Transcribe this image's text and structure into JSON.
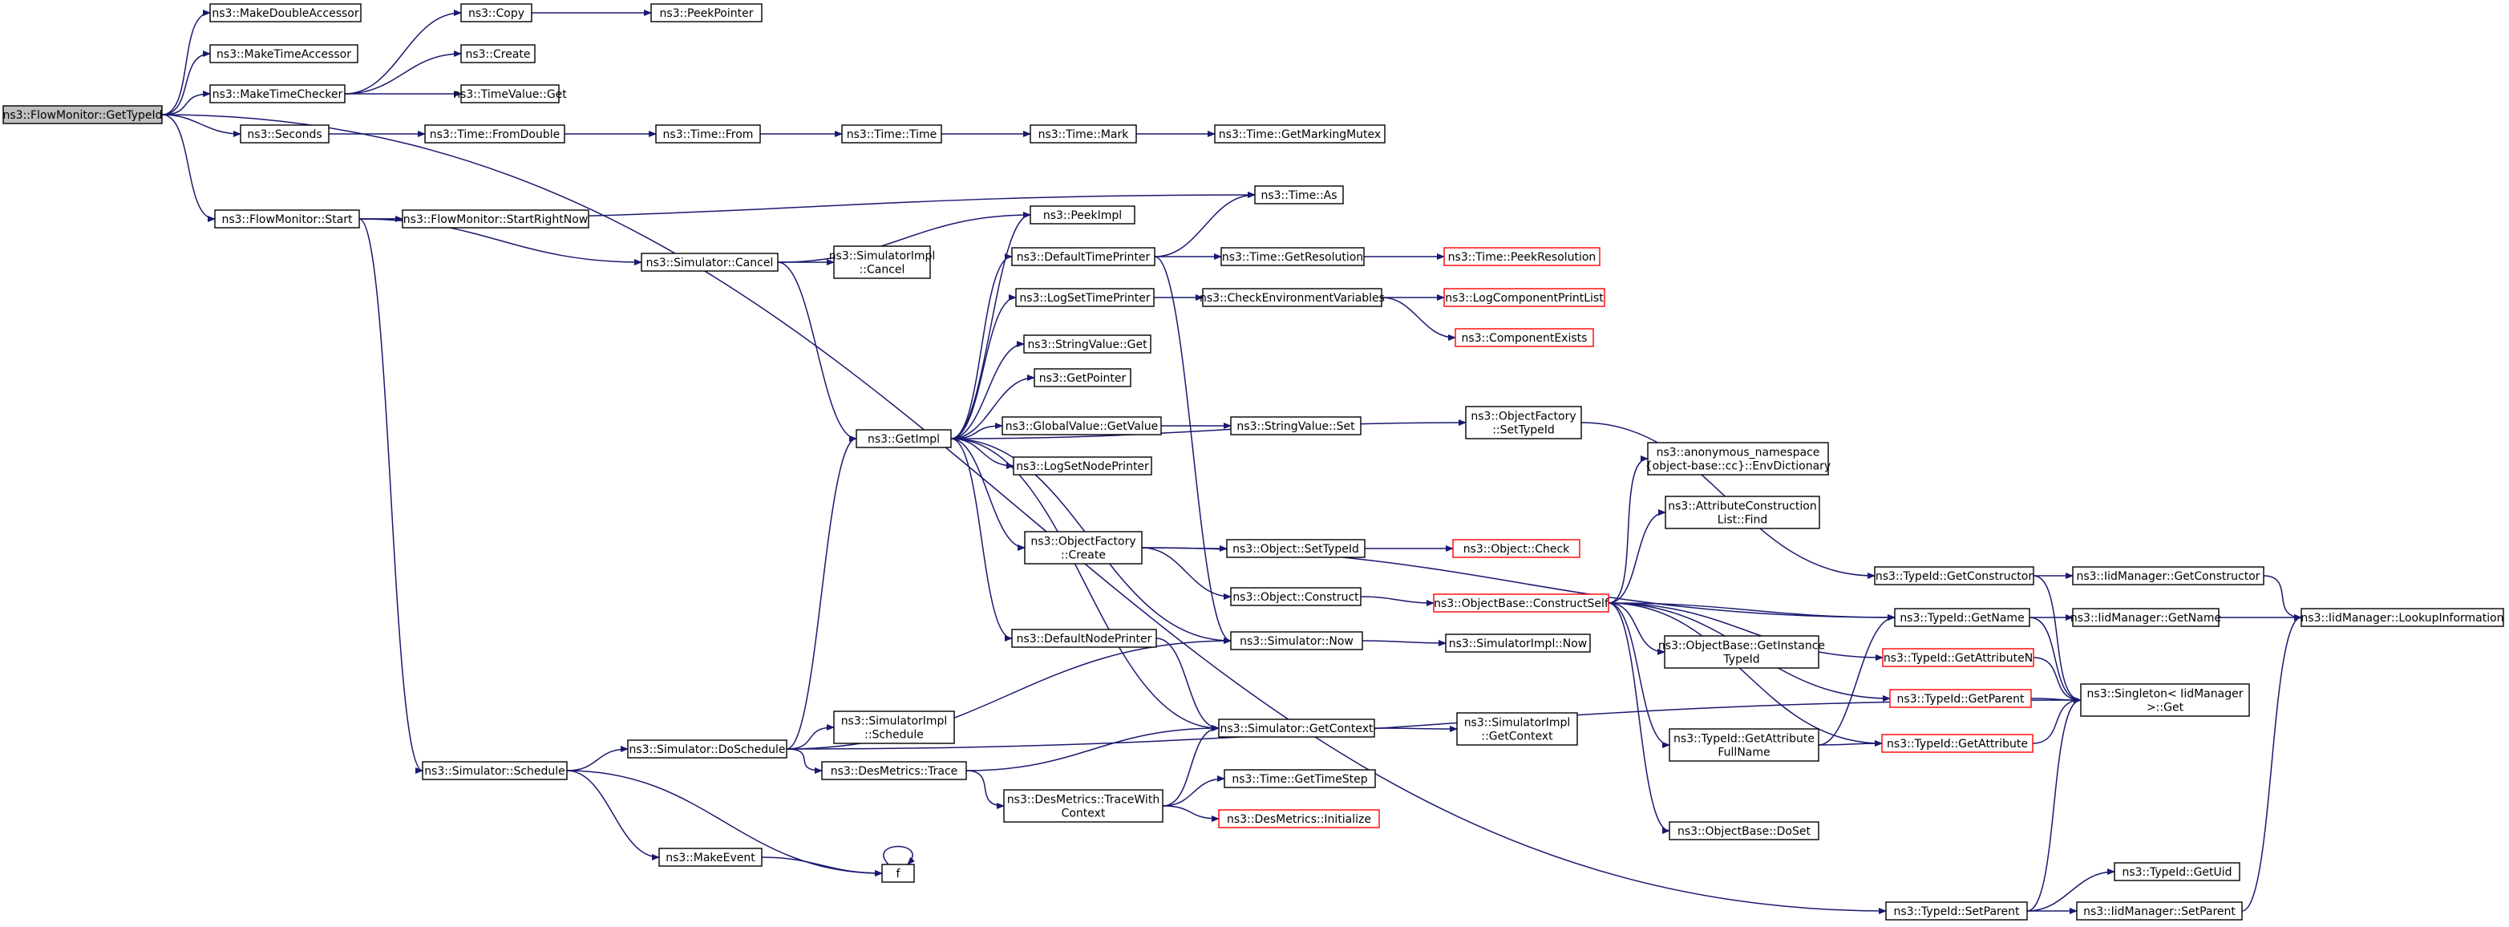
{
  "colors": {
    "edge": "#191970",
    "border": "#000000",
    "truncated_border": "#ff0000",
    "root_fill": "#bfbfbf"
  },
  "nodes": [
    {
      "id": "root",
      "lines": [
        "ns3::FlowMonitor::GetTypeId"
      ],
      "root": true
    },
    {
      "id": "mkdbl",
      "lines": [
        "ns3::MakeDoubleAccessor"
      ]
    },
    {
      "id": "mktacc",
      "lines": [
        "ns3::MakeTimeAccessor"
      ]
    },
    {
      "id": "mktchk",
      "lines": [
        "ns3::MakeTimeChecker"
      ]
    },
    {
      "id": "seconds",
      "lines": [
        "ns3::Seconds"
      ]
    },
    {
      "id": "fmstart",
      "lines": [
        "ns3::FlowMonitor::Start"
      ]
    },
    {
      "id": "copy",
      "lines": [
        "ns3::Copy"
      ]
    },
    {
      "id": "peekptr",
      "lines": [
        "ns3::PeekPointer"
      ]
    },
    {
      "id": "create",
      "lines": [
        "ns3::Create"
      ]
    },
    {
      "id": "tvget",
      "lines": [
        "ns3::TimeValue::Get"
      ]
    },
    {
      "id": "tfromdbl",
      "lines": [
        "ns3::Time::FromDouble"
      ]
    },
    {
      "id": "tfrom",
      "lines": [
        "ns3::Time::From"
      ]
    },
    {
      "id": "ttime",
      "lines": [
        "ns3::Time::Time"
      ]
    },
    {
      "id": "tmark",
      "lines": [
        "ns3::Time::Mark"
      ]
    },
    {
      "id": "tgmm",
      "lines": [
        "ns3::Time::GetMarkingMutex"
      ]
    },
    {
      "id": "fmsrn",
      "lines": [
        "ns3::FlowMonitor::StartRightNow"
      ]
    },
    {
      "id": "tas",
      "lines": [
        "ns3::Time::As"
      ]
    },
    {
      "id": "simcancel",
      "lines": [
        "ns3::Simulator::Cancel"
      ]
    },
    {
      "id": "simimplcancel",
      "lines": [
        "ns3::SimulatorImpl",
        "::Cancel"
      ]
    },
    {
      "id": "peekimpl",
      "lines": [
        "ns3::PeekImpl"
      ]
    },
    {
      "id": "deftp",
      "lines": [
        "ns3::DefaultTimePrinter"
      ]
    },
    {
      "id": "tgetres",
      "lines": [
        "ns3::Time::GetResolution"
      ]
    },
    {
      "id": "tpeekres",
      "lines": [
        "ns3::Time::PeekResolution"
      ],
      "trunc": true
    },
    {
      "id": "logstp",
      "lines": [
        "ns3::LogSetTimePrinter"
      ]
    },
    {
      "id": "chkenv",
      "lines": [
        "ns3::CheckEnvironmentVariables"
      ]
    },
    {
      "id": "logcpl",
      "lines": [
        "ns3::LogComponentPrintList"
      ],
      "trunc": true
    },
    {
      "id": "compex",
      "lines": [
        "ns3::ComponentExists"
      ],
      "trunc": true
    },
    {
      "id": "svget",
      "lines": [
        "ns3::StringValue::Get"
      ]
    },
    {
      "id": "getptr",
      "lines": [
        "ns3::GetPointer"
      ]
    },
    {
      "id": "getimpl",
      "lines": [
        "ns3::GetImpl"
      ]
    },
    {
      "id": "gvgetval",
      "lines": [
        "ns3::GlobalValue::GetValue"
      ]
    },
    {
      "id": "svset",
      "lines": [
        "ns3::StringValue::Set"
      ]
    },
    {
      "id": "logsnp",
      "lines": [
        "ns3::LogSetNodePrinter"
      ]
    },
    {
      "id": "ofsettid",
      "lines": [
        "ns3::ObjectFactory",
        "::SetTypeId"
      ]
    },
    {
      "id": "anonenv",
      "lines": [
        "ns3::anonymous_namespace",
        "{object-base::cc}::EnvDictionary"
      ]
    },
    {
      "id": "acfind",
      "lines": [
        "ns3::AttributeConstruction",
        "List::Find"
      ]
    },
    {
      "id": "ofcreate",
      "lines": [
        "ns3::ObjectFactory",
        "::Create"
      ]
    },
    {
      "id": "objsettid",
      "lines": [
        "ns3::Object::SetTypeId"
      ]
    },
    {
      "id": "objcheck",
      "lines": [
        "ns3::Object::Check"
      ],
      "trunc": true
    },
    {
      "id": "objconstruct",
      "lines": [
        "ns3::Object::Construct"
      ]
    },
    {
      "id": "obconstructself",
      "lines": [
        "ns3::ObjectBase::ConstructSelf"
      ],
      "trunc": true
    },
    {
      "id": "tidgetctor",
      "lines": [
        "ns3::TypeId::GetConstructor"
      ]
    },
    {
      "id": "iidgetctor",
      "lines": [
        "ns3::IidManager::GetConstructor"
      ]
    },
    {
      "id": "tidgetname",
      "lines": [
        "ns3::TypeId::GetName"
      ]
    },
    {
      "id": "iidgetname",
      "lines": [
        "ns3::IidManager::GetName"
      ]
    },
    {
      "id": "iidlookup",
      "lines": [
        "ns3::IidManager::LookupInformation"
      ]
    },
    {
      "id": "tidgetattrn",
      "lines": [
        "ns3::TypeId::GetAttributeN"
      ],
      "trunc": true
    },
    {
      "id": "defnp",
      "lines": [
        "ns3::DefaultNodePrinter"
      ]
    },
    {
      "id": "simnow",
      "lines": [
        "ns3::Simulator::Now"
      ]
    },
    {
      "id": "simimplnow",
      "lines": [
        "ns3::SimulatorImpl::Now"
      ]
    },
    {
      "id": "obgetitid",
      "lines": [
        "ns3::ObjectBase::GetInstance",
        "TypeId"
      ]
    },
    {
      "id": "tidgetparent",
      "lines": [
        "ns3::TypeId::GetParent"
      ],
      "trunc": true
    },
    {
      "id": "singleton",
      "lines": [
        "ns3::Singleton< IidManager",
        " >::Get"
      ]
    },
    {
      "id": "simgetctx",
      "lines": [
        "ns3::Simulator::GetContext"
      ]
    },
    {
      "id": "simimplgetctx",
      "lines": [
        "ns3::SimulatorImpl",
        "::GetContext"
      ]
    },
    {
      "id": "tidgetattrfn",
      "lines": [
        "ns3::TypeId::GetAttribute",
        "FullName"
      ]
    },
    {
      "id": "tidgetattr",
      "lines": [
        "ns3::TypeId::GetAttribute"
      ],
      "trunc": true
    },
    {
      "id": "simsched",
      "lines": [
        "ns3::Simulator::Schedule"
      ]
    },
    {
      "id": "simdosched",
      "lines": [
        "ns3::Simulator::DoSchedule"
      ]
    },
    {
      "id": "simimplsched",
      "lines": [
        "ns3::SimulatorImpl",
        "::Schedule"
      ]
    },
    {
      "id": "desmtrace",
      "lines": [
        "ns3::DesMetrics::Trace"
      ]
    },
    {
      "id": "desmtracectx",
      "lines": [
        "ns3::DesMetrics::TraceWith",
        "Context"
      ]
    },
    {
      "id": "tgettimestep",
      "lines": [
        "ns3::Time::GetTimeStep"
      ]
    },
    {
      "id": "desminit",
      "lines": [
        "ns3::DesMetrics::Initialize"
      ],
      "trunc": true
    },
    {
      "id": "obdoset",
      "lines": [
        "ns3::ObjectBase::DoSet"
      ]
    },
    {
      "id": "mkevent",
      "lines": [
        "ns3::MakeEvent"
      ]
    },
    {
      "id": "f",
      "lines": [
        "f"
      ]
    },
    {
      "id": "tidgetuid",
      "lines": [
        "ns3::TypeId::GetUid"
      ]
    },
    {
      "id": "tidsetparent",
      "lines": [
        "ns3::TypeId::SetParent"
      ]
    },
    {
      "id": "iidsetparent",
      "lines": [
        "ns3::IidManager::SetParent"
      ]
    }
  ],
  "edges": [
    [
      "root",
      "mkdbl"
    ],
    [
      "root",
      "mktacc"
    ],
    [
      "root",
      "mktchk"
    ],
    [
      "root",
      "seconds"
    ],
    [
      "root",
      "fmstart"
    ],
    [
      "root",
      "tidsetparent"
    ],
    [
      "mktchk",
      "copy"
    ],
    [
      "mktchk",
      "create"
    ],
    [
      "mktchk",
      "tvget"
    ],
    [
      "copy",
      "peekptr"
    ],
    [
      "seconds",
      "tfromdbl"
    ],
    [
      "tfromdbl",
      "tfrom"
    ],
    [
      "tfrom",
      "ttime"
    ],
    [
      "ttime",
      "tmark"
    ],
    [
      "tmark",
      "tgmm"
    ],
    [
      "fmstart",
      "fmsrn"
    ],
    [
      "fmstart",
      "tas"
    ],
    [
      "fmstart",
      "simcancel"
    ],
    [
      "fmstart",
      "simsched"
    ],
    [
      "simcancel",
      "simimplcancel"
    ],
    [
      "simcancel",
      "peekimpl"
    ],
    [
      "simcancel",
      "getimpl"
    ],
    [
      "getimpl",
      "peekimpl"
    ],
    [
      "getimpl",
      "deftp"
    ],
    [
      "getimpl",
      "logstp"
    ],
    [
      "getimpl",
      "svget"
    ],
    [
      "getimpl",
      "getptr"
    ],
    [
      "getimpl",
      "gvgetval"
    ],
    [
      "getimpl",
      "logsnp"
    ],
    [
      "getimpl",
      "ofsettid"
    ],
    [
      "getimpl",
      "ofcreate"
    ],
    [
      "getimpl",
      "defnp"
    ],
    [
      "getimpl",
      "simnow"
    ],
    [
      "getimpl",
      "simgetctx"
    ],
    [
      "deftp",
      "tas"
    ],
    [
      "deftp",
      "tgetres"
    ],
    [
      "deftp",
      "simnow"
    ],
    [
      "tgetres",
      "tpeekres"
    ],
    [
      "logstp",
      "chkenv"
    ],
    [
      "chkenv",
      "logcpl"
    ],
    [
      "chkenv",
      "compex"
    ],
    [
      "gvgetval",
      "svset"
    ],
    [
      "ofsettid",
      "tidgetctor"
    ],
    [
      "ofcreate",
      "tidgetname"
    ],
    [
      "ofcreate",
      "objsettid"
    ],
    [
      "ofcreate",
      "objconstruct"
    ],
    [
      "objsettid",
      "objcheck"
    ],
    [
      "objconstruct",
      "obconstructself"
    ],
    [
      "obconstructself",
      "anonenv"
    ],
    [
      "obconstructself",
      "acfind"
    ],
    [
      "obconstructself",
      "tidgetname"
    ],
    [
      "obconstructself",
      "tidgetattrn"
    ],
    [
      "obconstructself",
      "obgetitid"
    ],
    [
      "obconstructself",
      "tidgetparent"
    ],
    [
      "obconstructself",
      "tidgetattrfn"
    ],
    [
      "obconstructself",
      "tidgetattr"
    ],
    [
      "obconstructself",
      "obdoset"
    ],
    [
      "tidgetctor",
      "iidgetctor"
    ],
    [
      "tidgetctor",
      "singleton"
    ],
    [
      "iidgetctor",
      "iidlookup"
    ],
    [
      "tidgetname",
      "iidgetname"
    ],
    [
      "tidgetname",
      "singleton"
    ],
    [
      "iidgetname",
      "iidlookup"
    ],
    [
      "tidgetattrn",
      "singleton"
    ],
    [
      "tidgetparent",
      "singleton"
    ],
    [
      "tidgetattrfn",
      "tidgetname"
    ],
    [
      "tidgetattrfn",
      "tidgetattr"
    ],
    [
      "tidgetattr",
      "singleton"
    ],
    [
      "defnp",
      "simgetctx"
    ],
    [
      "simnow",
      "simimplnow"
    ],
    [
      "simgetctx",
      "simimplgetctx"
    ],
    [
      "simsched",
      "simdosched"
    ],
    [
      "simsched",
      "mkevent"
    ],
    [
      "simsched",
      "f"
    ],
    [
      "simdosched",
      "getimpl"
    ],
    [
      "simdosched",
      "simnow"
    ],
    [
      "simdosched",
      "simimplsched"
    ],
    [
      "simdosched",
      "desmtrace"
    ],
    [
      "simdosched",
      "singleton"
    ],
    [
      "desmtrace",
      "simgetctx"
    ],
    [
      "desmtrace",
      "desmtracectx"
    ],
    [
      "desmtracectx",
      "simgetctx"
    ],
    [
      "desmtracectx",
      "tgettimestep"
    ],
    [
      "desmtracectx",
      "desminit"
    ],
    [
      "mkevent",
      "f"
    ],
    [
      "f",
      "f"
    ],
    [
      "tidsetparent",
      "tidgetuid"
    ],
    [
      "tidsetparent",
      "iidsetparent"
    ],
    [
      "tidsetparent",
      "singleton"
    ],
    [
      "iidsetparent",
      "iidlookup"
    ]
  ]
}
